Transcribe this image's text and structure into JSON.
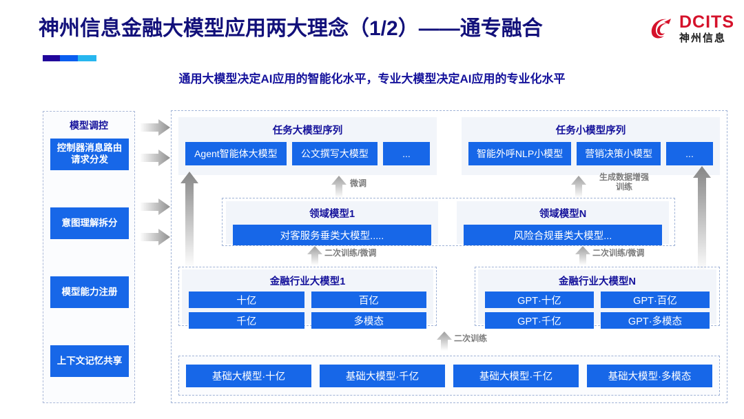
{
  "header": {
    "title": "神州信息金融大模型应用两大理念（1/2）——通专融合",
    "subtitle": "通用大模型决定AI应用的智能化水平，专业大模型决定AI应用的专业化水平",
    "logo_en": "DCITS",
    "logo_cn": "神州信息",
    "accent_colors": [
      "#21069b",
      "#0a5ef0",
      "#27b6ef"
    ],
    "title_color": "#12107a",
    "logo_color": "#d5122b"
  },
  "sidebar": {
    "title": "模型调控",
    "items": [
      {
        "label": "控制器消息路由请求分发"
      },
      {
        "label": "意图理解拆分"
      },
      {
        "label": "模型能力注册"
      },
      {
        "label": "上下文记忆共享"
      }
    ]
  },
  "task_sequences": [
    {
      "title": "任务大模型序列",
      "chips": [
        "Agent智能体大模型",
        "公文撰写大模型",
        "..."
      ]
    },
    {
      "title": "任务小模型序列",
      "chips": [
        "智能外呼NLP小模型",
        "营销决策小模型",
        "..."
      ]
    }
  ],
  "domain_models": [
    {
      "title": "领域模型1",
      "bar": "对客服务垂类大模型....."
    },
    {
      "title": "领域模型N",
      "bar": "风险合规垂类大模型..."
    }
  ],
  "industry_models": [
    {
      "title": "金融行业大模型1",
      "cells": [
        "十亿",
        "百亿",
        "千亿",
        "多模态"
      ]
    },
    {
      "title": "金融行业大模型N",
      "cells": [
        "GPT·十亿",
        "GPT·百亿",
        "GPT·千亿",
        "GPT·多模态"
      ]
    }
  ],
  "base_models": [
    "基础大模型·十亿",
    "基础大模型·千亿",
    "基础大模型·千亿",
    "基础大模型·多模态"
  ],
  "arrow_labels": {
    "fine_tune": "微调",
    "data_aug": "生成数据增强\n训练",
    "retrain_left": "二次训练/微调",
    "retrain_right": "二次训练/微调",
    "retrain_base": "二次训练"
  },
  "colors": {
    "accent_blue": "#1767e8",
    "panel_bg": "#f2f5fa",
    "dashed_border": "#9fb2d6",
    "label_gray": "#7b7b7b"
  }
}
